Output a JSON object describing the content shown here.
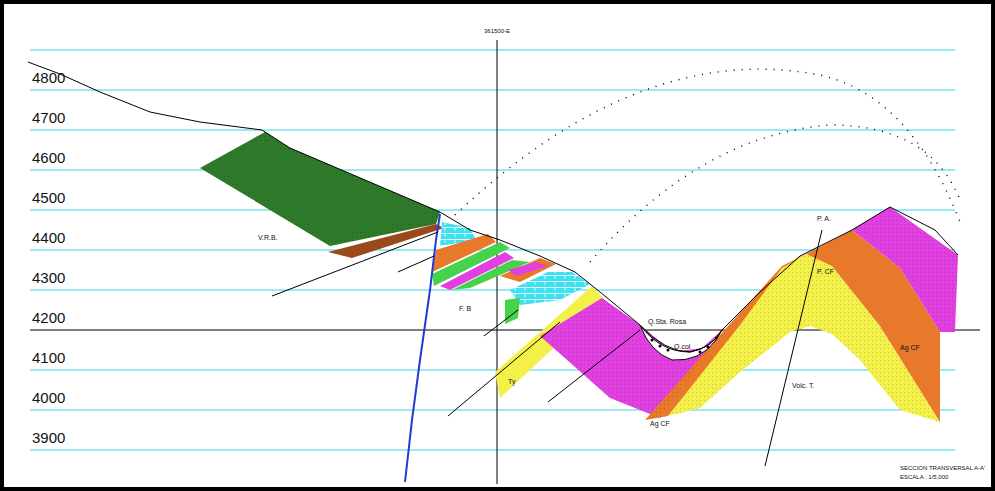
{
  "diagram": {
    "caption": "SECCION TRANSVERSAL A-A'",
    "labels": [
      "4800",
      "4700",
      "4600",
      "4500",
      "4400",
      "4300",
      "4200",
      "4100",
      "4000",
      "3900",
      "361500-E",
      "V.R.B.",
      "F. B",
      "Q.Sta. Rosa",
      "Q.col",
      "Ty",
      "Ag CF",
      "P. A.",
      "P. CF",
      "Volc. T.",
      "Ag CF",
      "ESCALA : 1/5,000"
    ]
  }
}
